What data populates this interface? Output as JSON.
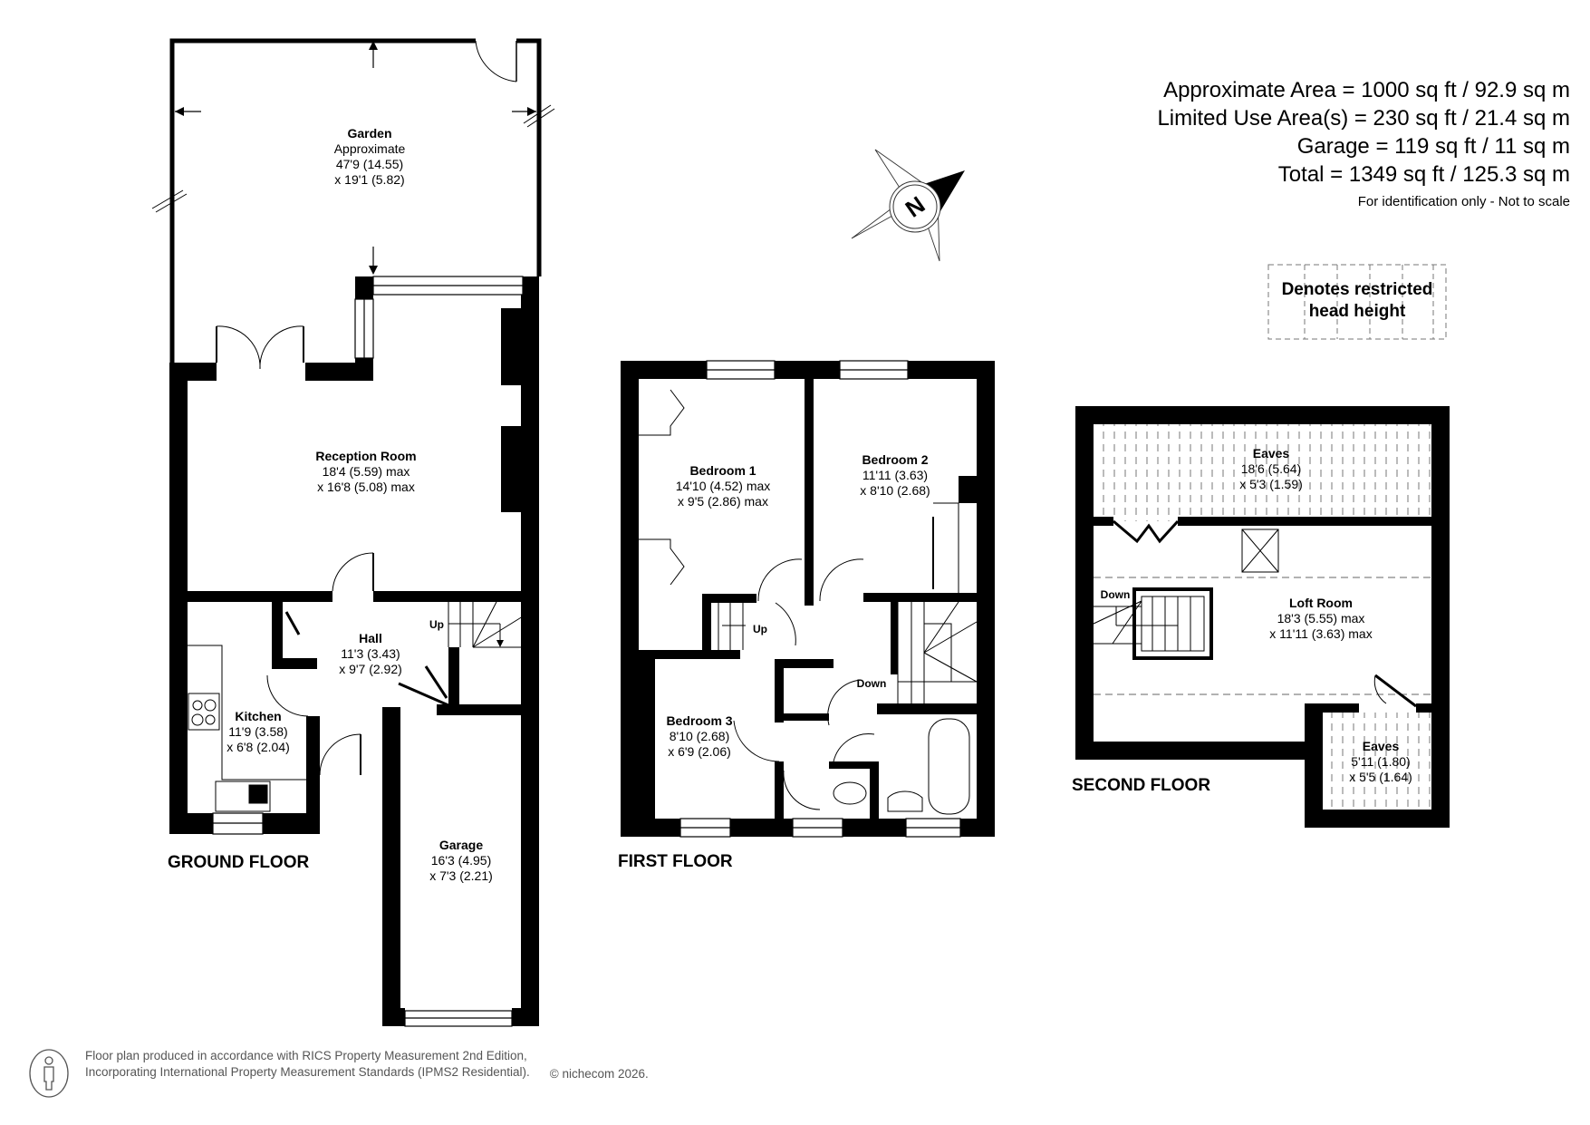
{
  "summary": {
    "approx_area": "Approximate Area = 1000 sq ft / 92.9 sq m",
    "limited_use": "Limited Use Area(s) = 230 sq ft / 21.4 sq m",
    "garage": "Garage = 119 sq ft / 11 sq m",
    "total": "Total = 1349 sq ft / 125.3 sq m",
    "note": "For identification only - Not to scale"
  },
  "legend": {
    "line1": "Denotes restricted",
    "line2": "head height"
  },
  "compass": {
    "label": "N",
    "icon": "compass-north-icon"
  },
  "floors": {
    "ground": {
      "label": "GROUND FLOOR",
      "rooms": {
        "garden": {
          "name": "Garden",
          "note": "Approximate",
          "dim1": "47'9 (14.55)",
          "dim2": "x 19'1 (5.82)"
        },
        "reception": {
          "name": "Reception Room",
          "dim1": "18'4 (5.59) max",
          "dim2": "x 16'8 (5.08) max"
        },
        "hall": {
          "name": "Hall",
          "dim1": "11'3 (3.43)",
          "dim2": "x 9'7 (2.92)"
        },
        "kitchen": {
          "name": "Kitchen",
          "dim1": "11'9 (3.58)",
          "dim2": "x 6'8 (2.04)"
        },
        "garage": {
          "name": "Garage",
          "dim1": "16'3 (4.95)",
          "dim2": "x 7'3 (2.21)"
        }
      },
      "stairs_label": "Up"
    },
    "first": {
      "label": "FIRST FLOOR",
      "rooms": {
        "bedroom1": {
          "name": "Bedroom 1",
          "dim1": "14'10 (4.52) max",
          "dim2": "x 9'5 (2.86) max"
        },
        "bedroom2": {
          "name": "Bedroom 2",
          "dim1": "11'11 (3.63)",
          "dim2": "x 8'10 (2.68)"
        },
        "bedroom3": {
          "name": "Bedroom 3",
          "dim1": "8'10 (2.68)",
          "dim2": "x 6'9 (2.06)"
        }
      },
      "stairs_up_label": "Up",
      "stairs_down_label": "Down"
    },
    "second": {
      "label": "SECOND FLOOR",
      "rooms": {
        "eaves_top": {
          "name": "Eaves",
          "dim1": "18'6 (5.64)",
          "dim2": "x 5'3 (1.59)"
        },
        "loft": {
          "name": "Loft Room",
          "dim1": "18'3 (5.55) max",
          "dim2": "x 11'11 (3.63) max"
        },
        "eaves_small": {
          "name": "Eaves",
          "dim1": "5'11 (1.80)",
          "dim2": "x 5'5 (1.64)"
        }
      },
      "stairs_label": "Down"
    }
  },
  "footer": {
    "line1": "Floor plan produced in accordance with RICS Property Measurement 2nd Edition,",
    "line2": "Incorporating International Property Measurement Standards (IPMS2 Residential).",
    "copyright": "© nichecom 2026."
  }
}
